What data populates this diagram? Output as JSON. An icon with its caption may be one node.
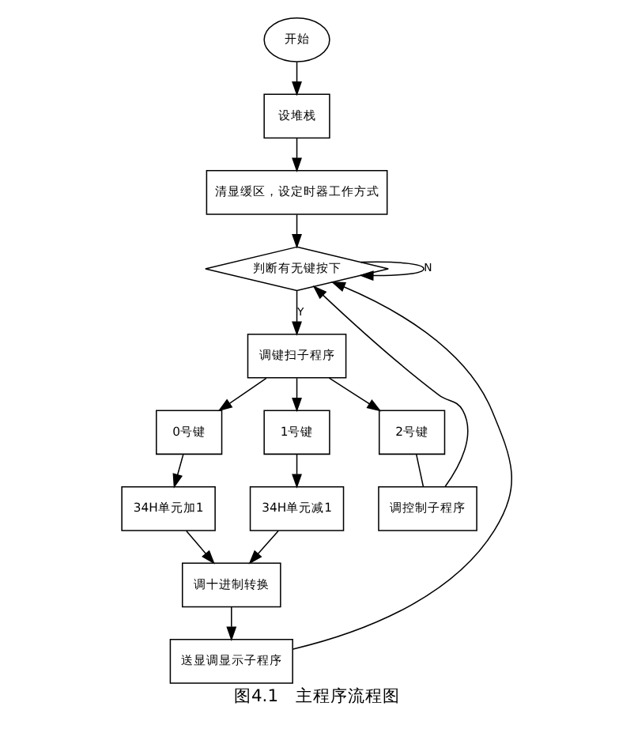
{
  "diagram": {
    "caption": "图4.1　主程序流程图",
    "nodes": [
      {
        "text": [
          "开始"
        ]
      },
      {
        "text": [
          "设堆栈"
        ]
      },
      {
        "text": [
          "清显缓区，设定时器工作方式"
        ]
      },
      {
        "text": [
          "判断有无键按下"
        ]
      },
      {
        "text": [
          "调键扫子程序"
        ]
      },
      {
        "text": [
          "0号键"
        ]
      },
      {
        "text": [
          "1号键"
        ]
      },
      {
        "text": [
          "2号键"
        ]
      },
      {
        "text": [
          "34H单元加1"
        ]
      },
      {
        "text": [
          "34H单元减1"
        ]
      },
      {
        "text": [
          "调十进制转换"
        ]
      },
      {
        "text": [
          "调控制子程序"
        ]
      },
      {
        "text": [
          "送显调显示子程序"
        ]
      }
    ],
    "edges": [
      {
        "from": 0,
        "to": 1,
        "arrow": "to"
      },
      {
        "from": 1,
        "to": 2,
        "arrow": "to"
      },
      {
        "from": 2,
        "to": 3,
        "arrow": "to"
      },
      {
        "from": 3,
        "to": 4,
        "arrow": "to",
        "label": "Y"
      },
      {
        "from": 3,
        "to": 3,
        "arrow": "to",
        "label": "N"
      },
      {
        "from": 4,
        "to": 5,
        "arrow": "to"
      },
      {
        "from": 4,
        "to": 6,
        "arrow": "to"
      },
      {
        "from": 4,
        "to": 7,
        "arrow": "to"
      },
      {
        "from": 5,
        "to": 8,
        "arrow": "to"
      },
      {
        "from": 6,
        "to": 9,
        "arrow": "to"
      },
      {
        "from": 7,
        "to": 11,
        "arrow": "none"
      },
      {
        "from": 8,
        "to": 10,
        "arrow": "to"
      },
      {
        "from": 9,
        "to": 10,
        "arrow": "to"
      },
      {
        "from": 10,
        "to": 12,
        "arrow": "to"
      },
      {
        "from": 12,
        "to": 3,
        "arrow": "to"
      },
      {
        "from": 11,
        "to": 3,
        "arrow": "to"
      }
    ]
  }
}
